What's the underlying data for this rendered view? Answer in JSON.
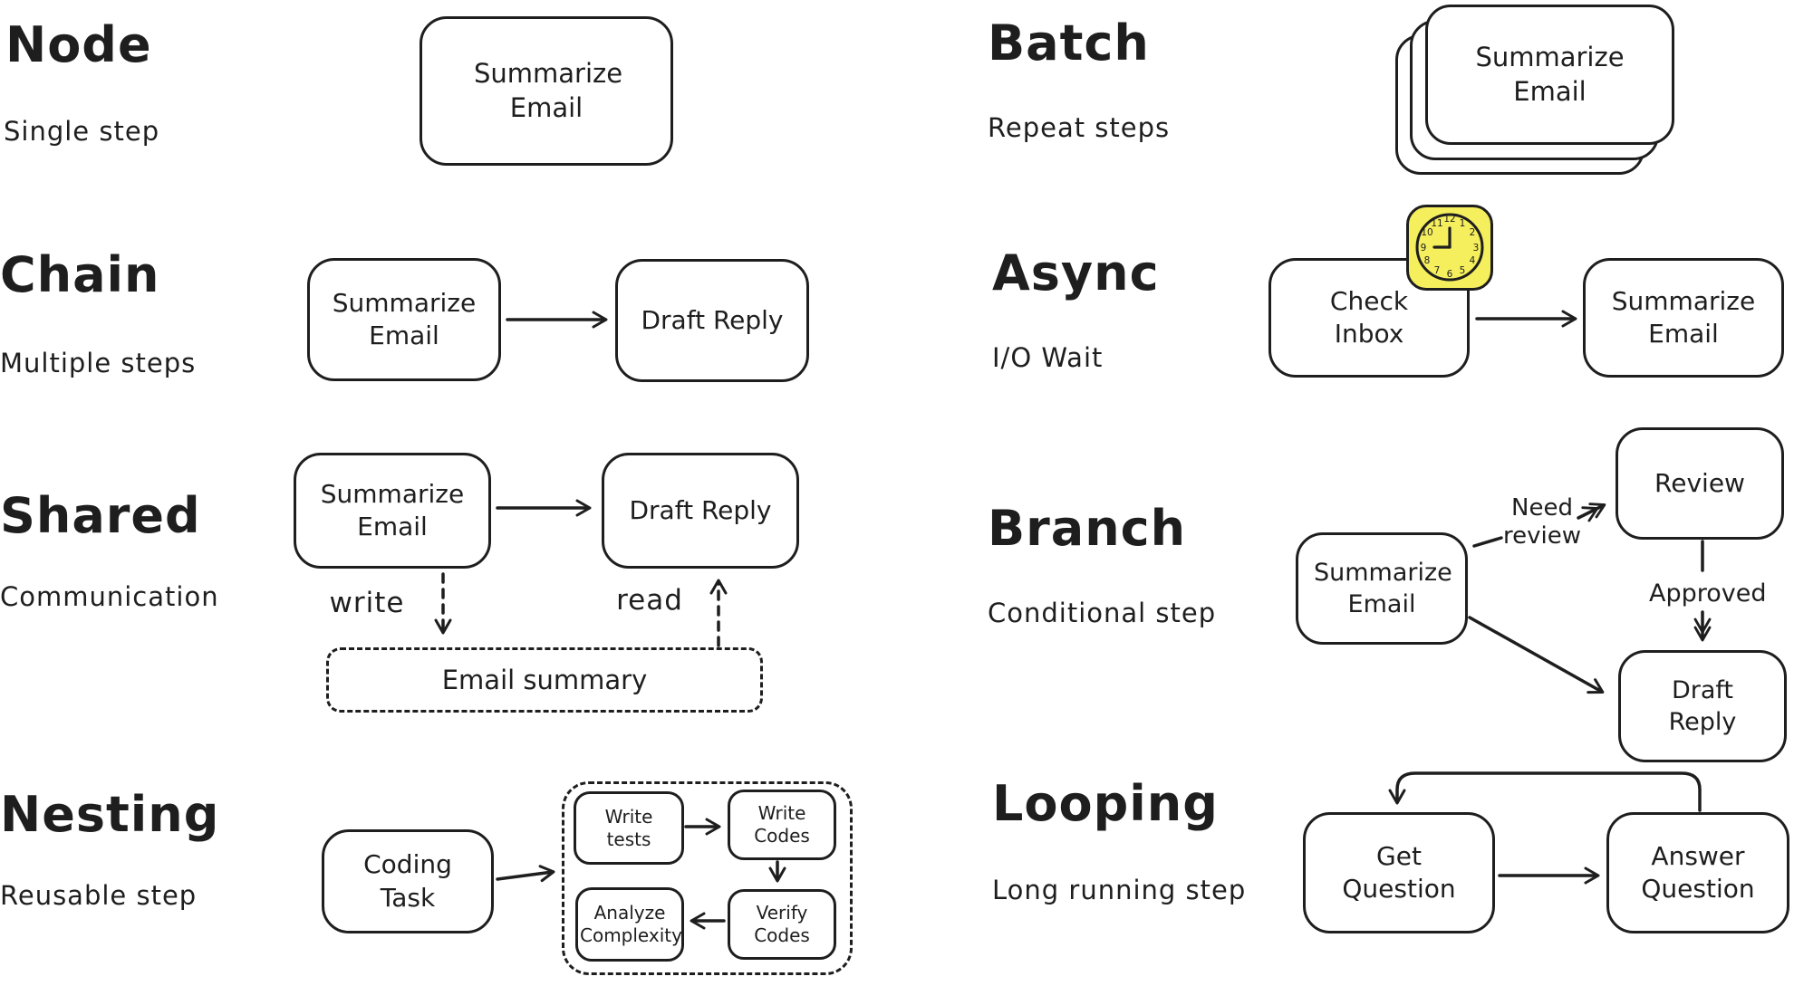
{
  "colors": {
    "ink": "#1e1e1e",
    "background": "#ffffff",
    "clock_yellow": "#f5ef5d"
  },
  "sections": {
    "node": {
      "title": "Node",
      "subtitle": "Single step",
      "steps": {
        "summarize_email": "Summarize Email"
      }
    },
    "batch": {
      "title": "Batch",
      "subtitle": "Repeat steps",
      "steps": {
        "summarize_email": "Summarize Email"
      }
    },
    "chain": {
      "title": "Chain",
      "subtitle": "Multiple steps",
      "steps": {
        "summarize_email": "Summarize Email",
        "draft_reply": "Draft Reply"
      }
    },
    "async": {
      "title": "Async",
      "subtitle": "I/O Wait",
      "steps": {
        "check_inbox": "Check Inbox",
        "summarize_email": "Summarize Email"
      },
      "clock_numbers": [
        "1",
        "2",
        "3",
        "4",
        "5",
        "6",
        "7",
        "8",
        "9",
        "10",
        "11",
        "12"
      ]
    },
    "shared": {
      "title": "Shared",
      "subtitle": "Communication",
      "steps": {
        "summarize_email": "Summarize Email",
        "draft_reply": "Draft Reply"
      },
      "store": "Email summary",
      "labels": {
        "write": "write",
        "read": "read"
      }
    },
    "branch": {
      "title": "Branch",
      "subtitle": "Conditional step",
      "steps": {
        "summarize_email": "Summarize Email",
        "review": "Review",
        "draft_reply": "Draft Reply"
      },
      "labels": {
        "need_review": "Need review",
        "approved": "Approved"
      }
    },
    "nesting": {
      "title": "Nesting",
      "subtitle": "Reusable step",
      "steps": {
        "coding_task": "Coding Task",
        "write_tests": "Write tests",
        "write_codes": "Write Codes",
        "verify_codes": "Verify Codes",
        "analyze_complexity": "Analyze Complexity"
      }
    },
    "looping": {
      "title": "Looping",
      "subtitle": "Long running step",
      "steps": {
        "get_question": "Get Question",
        "answer_question": "Answer Question"
      }
    }
  }
}
